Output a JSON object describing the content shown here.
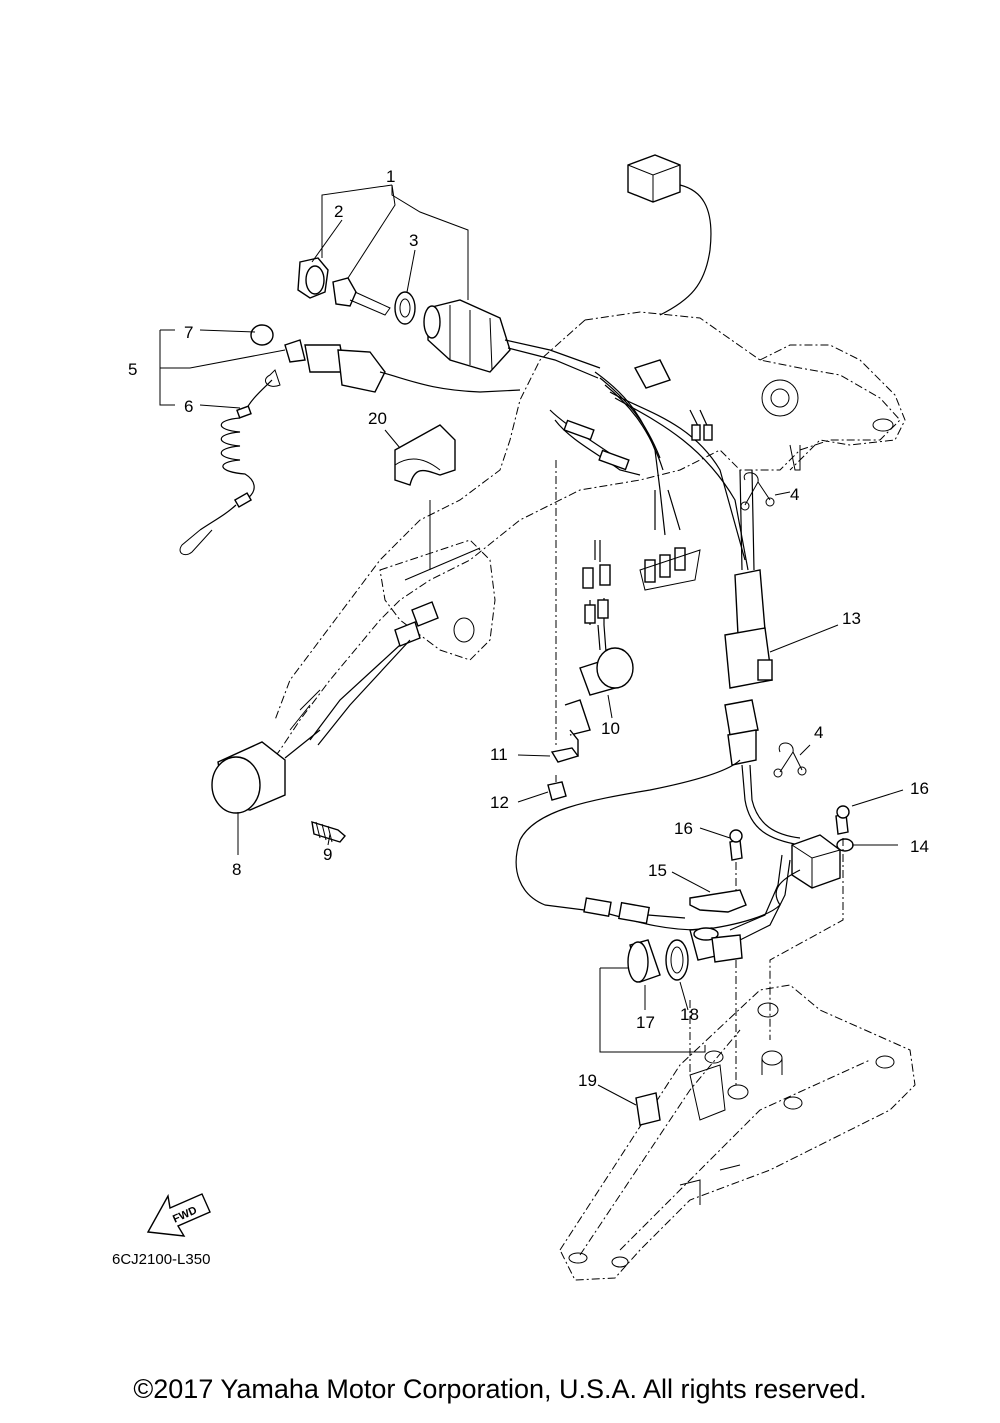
{
  "diagram": {
    "callouts": [
      {
        "id": "c1",
        "text": "1"
      },
      {
        "id": "c2",
        "text": "2"
      },
      {
        "id": "c3",
        "text": "3"
      },
      {
        "id": "c4a",
        "text": "4"
      },
      {
        "id": "c4b",
        "text": "4"
      },
      {
        "id": "c5",
        "text": "5"
      },
      {
        "id": "c6",
        "text": "6"
      },
      {
        "id": "c7",
        "text": "7"
      },
      {
        "id": "c8",
        "text": "8"
      },
      {
        "id": "c9",
        "text": "9"
      },
      {
        "id": "c10",
        "text": "10"
      },
      {
        "id": "c11",
        "text": "11"
      },
      {
        "id": "c12",
        "text": "12"
      },
      {
        "id": "c13",
        "text": "13"
      },
      {
        "id": "c14",
        "text": "14"
      },
      {
        "id": "c15",
        "text": "15"
      },
      {
        "id": "c16a",
        "text": "16"
      },
      {
        "id": "c16b",
        "text": "16"
      },
      {
        "id": "c17",
        "text": "17"
      },
      {
        "id": "c18",
        "text": "18"
      },
      {
        "id": "c19",
        "text": "19"
      },
      {
        "id": "c20",
        "text": "20"
      }
    ],
    "fwd_label": "FWD",
    "drawing_code": "6CJ2100-L350"
  },
  "footer": {
    "copyright": "©2017 Yamaha Motor Corporation, U.S.A. All rights reserved."
  }
}
